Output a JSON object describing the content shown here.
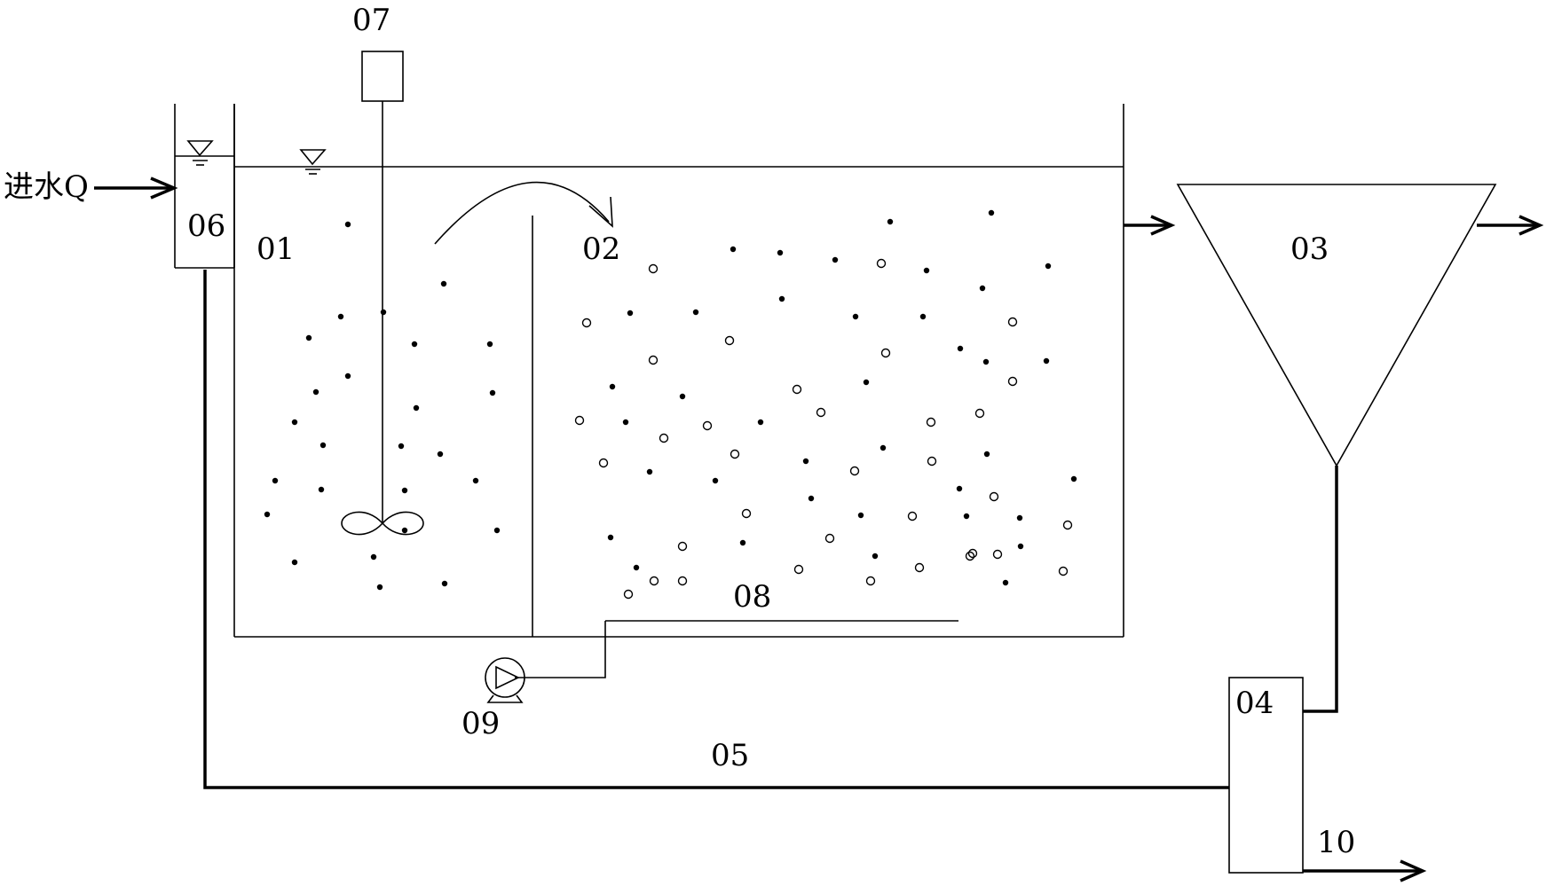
{
  "inlet_label": "进水Q",
  "labels": {
    "mixing_tank_id": "06",
    "anoxic_zone_id": "01",
    "aerobic_zone_id": "02",
    "clarifier_id": "03",
    "sludge_tank_id": "04",
    "return_line_id": "05",
    "mixer_motor_id": "07",
    "aerator_id": "08",
    "pump_id": "09",
    "discharge_id": "10"
  },
  "colors": {
    "stroke": "#000000",
    "background": "#ffffff"
  },
  "icons": {
    "water_level": "water-level-icon",
    "impeller": "impeller-icon",
    "pump": "pump-icon"
  }
}
